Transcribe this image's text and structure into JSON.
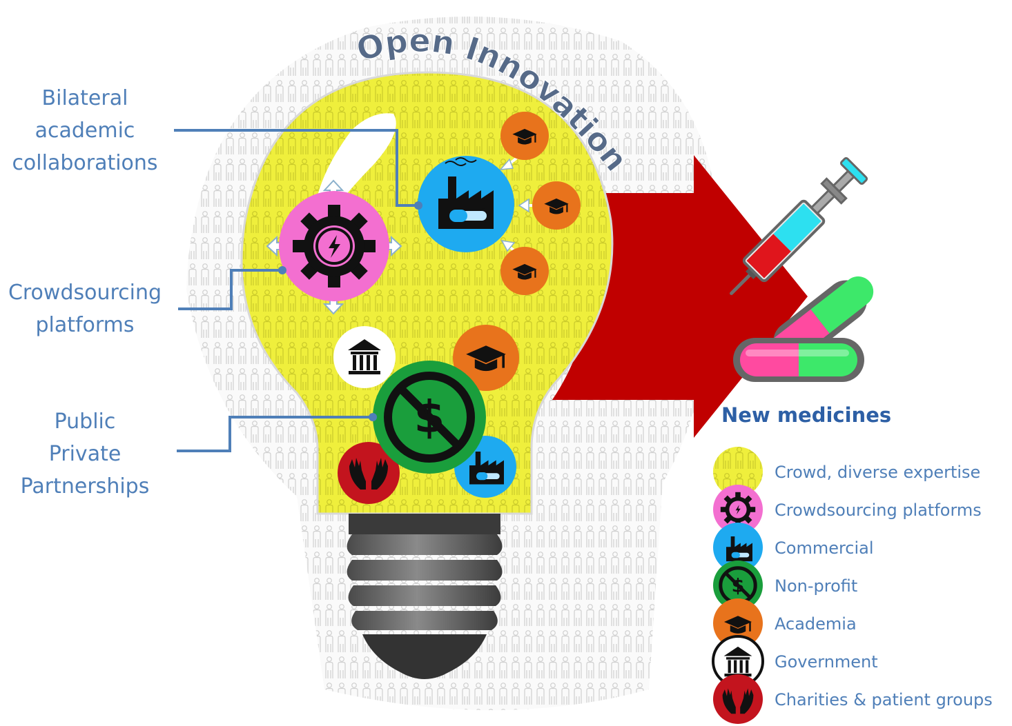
{
  "title": "Open Innovation",
  "labels": {
    "bilateral": [
      "Bilateral",
      "academic",
      "collaborations"
    ],
    "crowdsourcing": [
      "Crowdsourcing",
      "platforms"
    ],
    "ppp": [
      "Public",
      "Private",
      "Partnerships"
    ]
  },
  "output_label": "New medicines",
  "colors": {
    "label_text": "#4f7fb8",
    "bulb_yellow": "#efef3c",
    "arrow_red": "#c00000",
    "crowdsourcing_pink": "#f36fd0",
    "commercial_blue": "#1eaaf0",
    "nonprofit_green": "#1a9e3c",
    "academia_orange": "#e8731c",
    "charity_red": "#c3141e"
  },
  "legend": [
    {
      "icon": "crowd-icon",
      "label": "Crowd, diverse expertise"
    },
    {
      "icon": "gear-icon",
      "label": "Crowdsourcing platforms"
    },
    {
      "icon": "factory-icon",
      "label": "Commercial"
    },
    {
      "icon": "no-dollar-icon",
      "label": "Non-profit"
    },
    {
      "icon": "graduation-cap-icon",
      "label": "Academia"
    },
    {
      "icon": "government-building-icon",
      "label": "Government"
    },
    {
      "icon": "hands-icon",
      "label": "Charities & patient groups"
    }
  ]
}
